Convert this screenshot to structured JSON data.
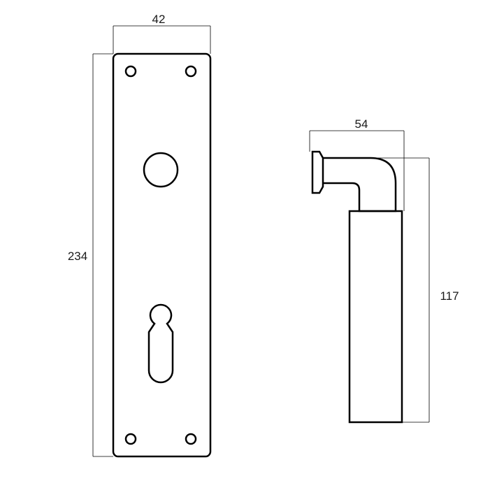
{
  "dimensions": {
    "plate_width": "42",
    "plate_height": "234",
    "handle_projection": "54",
    "handle_length": "117"
  }
}
